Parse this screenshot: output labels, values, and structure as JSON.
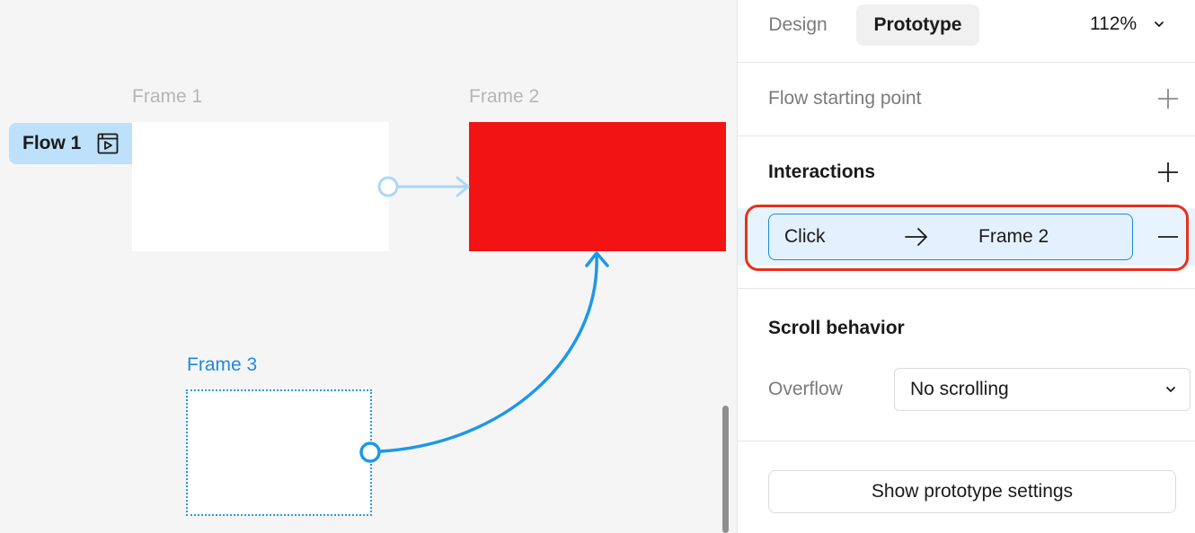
{
  "canvas": {
    "frames": [
      {
        "label": "Frame 1",
        "fill": "#ffffff"
      },
      {
        "label": "Frame 2",
        "fill": "#f21414"
      },
      {
        "label": "Frame 3",
        "fill": "#ffffff",
        "selected": true
      }
    ],
    "flow_badge": {
      "label": "Flow 1",
      "icon": "play-frame-icon"
    },
    "colors": {
      "connector": "#1d97ea",
      "connector_faded": "#a9d8fa",
      "selection": "#1d8ae0"
    }
  },
  "panel": {
    "tabs": [
      {
        "label": "Design",
        "active": false
      },
      {
        "label": "Prototype",
        "active": true
      }
    ],
    "zoom": "112%",
    "flow_starting_point": {
      "title": "Flow starting point"
    },
    "interactions": {
      "title": "Interactions",
      "items": [
        {
          "trigger": "Click",
          "destination": "Frame 2",
          "highlighted": true
        }
      ]
    },
    "scroll_behavior": {
      "title": "Scroll behavior",
      "overflow_label": "Overflow",
      "overflow_value": "No scrolling"
    },
    "show_settings_label": "Show prototype settings",
    "colors": {
      "highlight": "#e5311d",
      "pill_border": "#1d8ae0"
    }
  }
}
